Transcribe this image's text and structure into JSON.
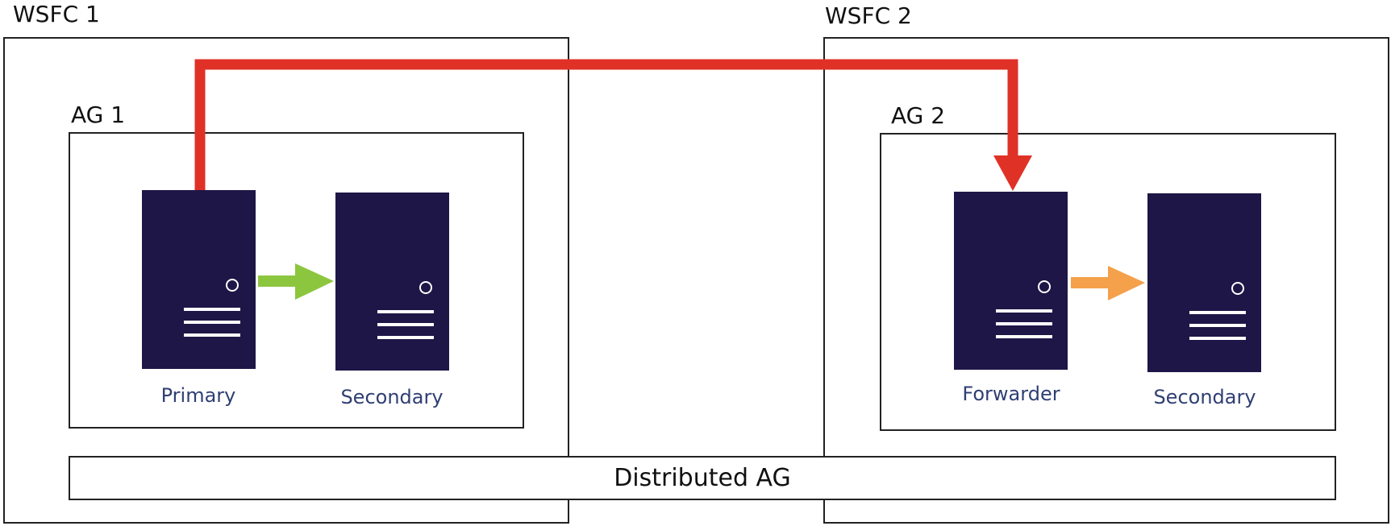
{
  "clusters": [
    {
      "label": "WSFC 1"
    },
    {
      "label": "WSFC 2"
    }
  ],
  "groups": [
    {
      "label": "AG 1"
    },
    {
      "label": "AG 2"
    }
  ],
  "servers": [
    {
      "label": "Primary"
    },
    {
      "label": "Secondary"
    },
    {
      "label": "Forwarder"
    },
    {
      "label": "Secondary"
    }
  ],
  "distributed": {
    "label": "Distributed AG"
  },
  "colors": {
    "server_fill": "#1e1647",
    "server_label": "#2f3f73",
    "replication_cross_cluster": "#e03127",
    "replication_ag1": "#8cc63f",
    "replication_ag2": "#f5a04a"
  }
}
